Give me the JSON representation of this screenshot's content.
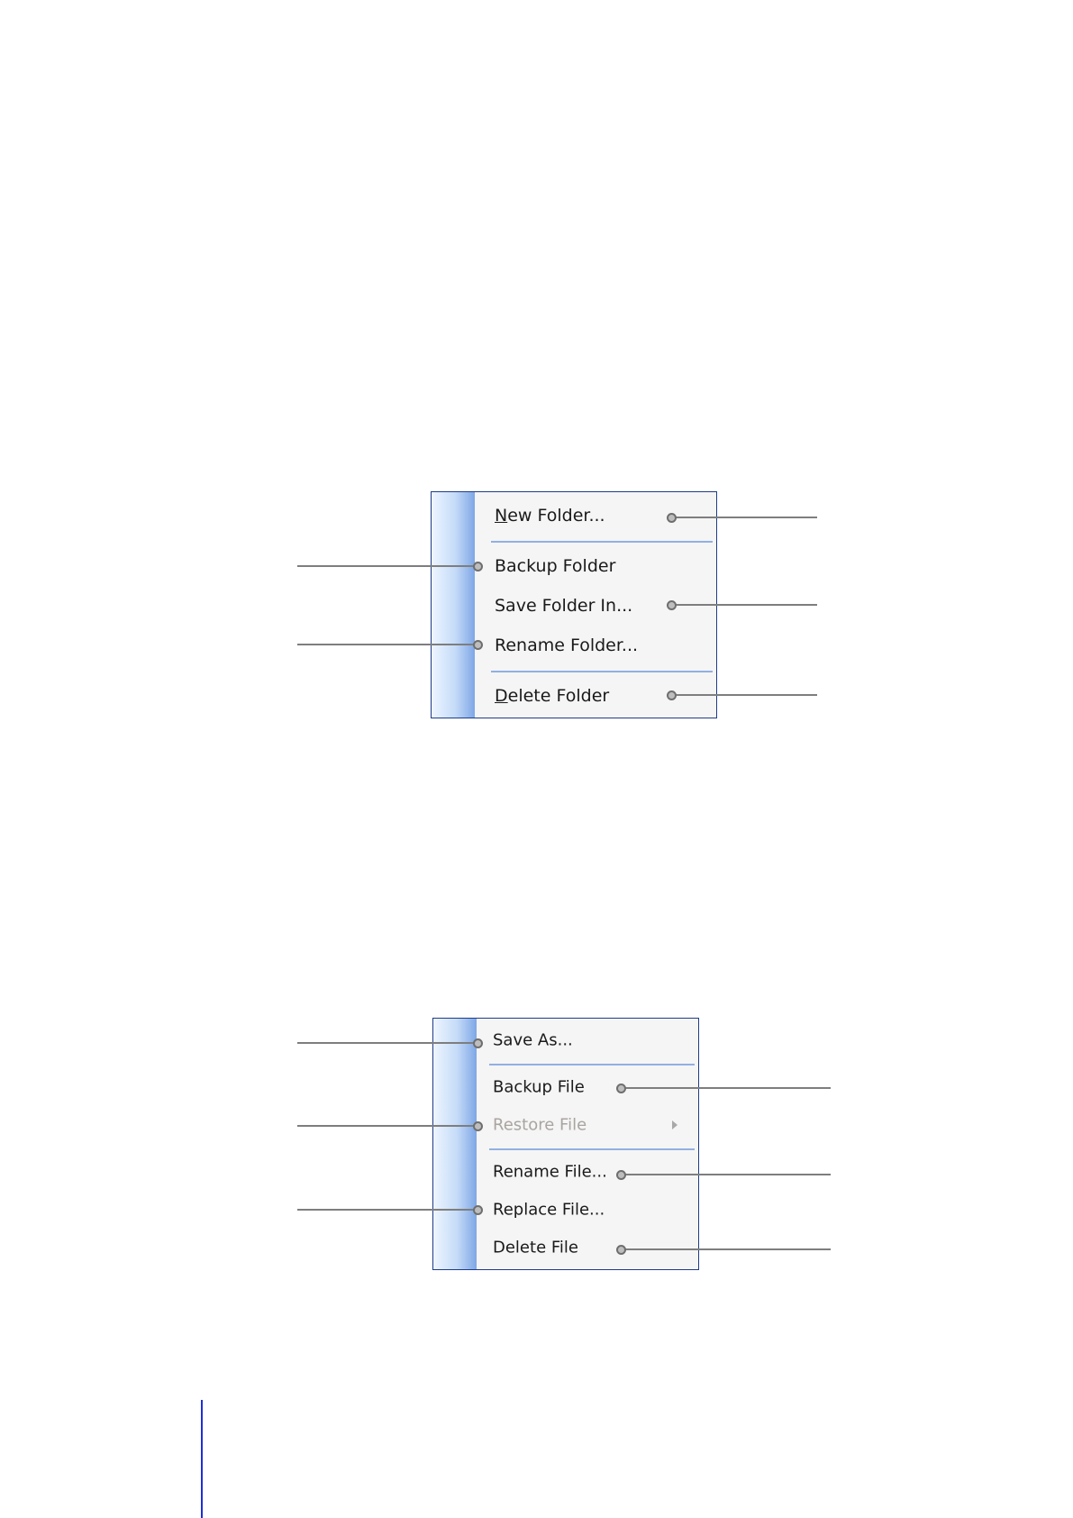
{
  "folder_menu": {
    "items": [
      {
        "label": "New Folder...",
        "mnemonic": "N"
      },
      {
        "label": "Backup Folder"
      },
      {
        "label": "Save Folder In..."
      },
      {
        "label": "Rename Folder..."
      },
      {
        "label": "Delete Folder",
        "mnemonic": "D"
      }
    ]
  },
  "file_menu": {
    "items": [
      {
        "label": "Save As..."
      },
      {
        "label": "Backup File"
      },
      {
        "label": "Restore File",
        "disabled": true,
        "has_submenu": true
      },
      {
        "label": "Rename File..."
      },
      {
        "label": "Replace File..."
      },
      {
        "label": "Delete File"
      }
    ]
  },
  "colors": {
    "menu_border": "#1e3c86",
    "separator": "#92b0e2",
    "disabled_text": "#aaa4a0",
    "page_rule": "#1c2fd8"
  }
}
